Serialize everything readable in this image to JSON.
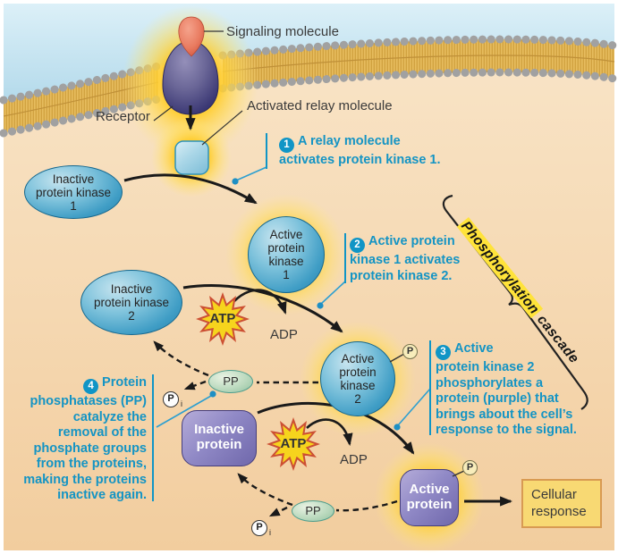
{
  "membrane_labels": {
    "signaling_molecule": "Signaling molecule",
    "receptor": "Receptor",
    "activated_relay_molecule": "Activated relay molecule"
  },
  "cascade_label": {
    "highlight": "Phosphorylation",
    "rest": " cascade"
  },
  "steps": {
    "s1": {
      "num": "1",
      "l1": "A relay molecule",
      "l2": "activates protein kinase 1."
    },
    "s2": {
      "num": "2",
      "l1": "Active protein",
      "l2": "kinase 1 activates",
      "l3": "protein kinase 2."
    },
    "s3": {
      "num": "3",
      "l1": "Active",
      "l2": "protein kinase 2",
      "l3": "phosphorylates a",
      "l4": "protein (purple) that",
      "l5": "brings about the cell’s",
      "l6": "response to the signal."
    },
    "s4": {
      "num": "4",
      "l1": "Protein",
      "l2": "phosphatases (PP)",
      "l3": "catalyze the",
      "l4": "removal of the",
      "l5": "phosphate groups",
      "l6": "from the proteins,",
      "l7": "making the proteins",
      "l8": "inactive again."
    }
  },
  "nodes": {
    "inactive_pk1": {
      "l1": "Inactive",
      "l2": "protein kinase",
      "l3": "1"
    },
    "active_pk1": {
      "l1": "Active",
      "l2": "protein",
      "l3": "kinase",
      "l4": "1"
    },
    "inactive_pk2": {
      "l1": "Inactive",
      "l2": "protein kinase",
      "l3": "2"
    },
    "active_pk2": {
      "l1": "Active",
      "l2": "protein",
      "l3": "kinase",
      "l4": "2"
    },
    "inactive_protein": {
      "l1": "Inactive",
      "l2": "protein"
    },
    "active_protein": {
      "l1": "Active",
      "l2": "protein"
    },
    "cellular_response": {
      "l1": "Cellular",
      "l2": "response"
    }
  },
  "molecules": {
    "atp1": "ATP",
    "atp2": "ATP",
    "adp1": "ADP",
    "adp2": "ADP",
    "pp1": "PP",
    "pp2": "PP",
    "phosphate1": "P",
    "phosphate2": "P",
    "pi1": "P",
    "pi1_sub": "i",
    "pi2": "P",
    "pi2_sub": "i"
  },
  "colors": {
    "step_text": "#1494c4",
    "glow_yellow": "#ffcd28",
    "membrane_tail": "#e7bc5e",
    "kinase_blue": "#3f9dc5",
    "protein_purple": "#9089c6",
    "atp_yellow": "#f6d41d",
    "response_yellow": "#f8d973",
    "pp_green": "#bcdabf",
    "sky_blue": "#cfe8f4",
    "cytoplasm_peach": "#f6dcba"
  }
}
